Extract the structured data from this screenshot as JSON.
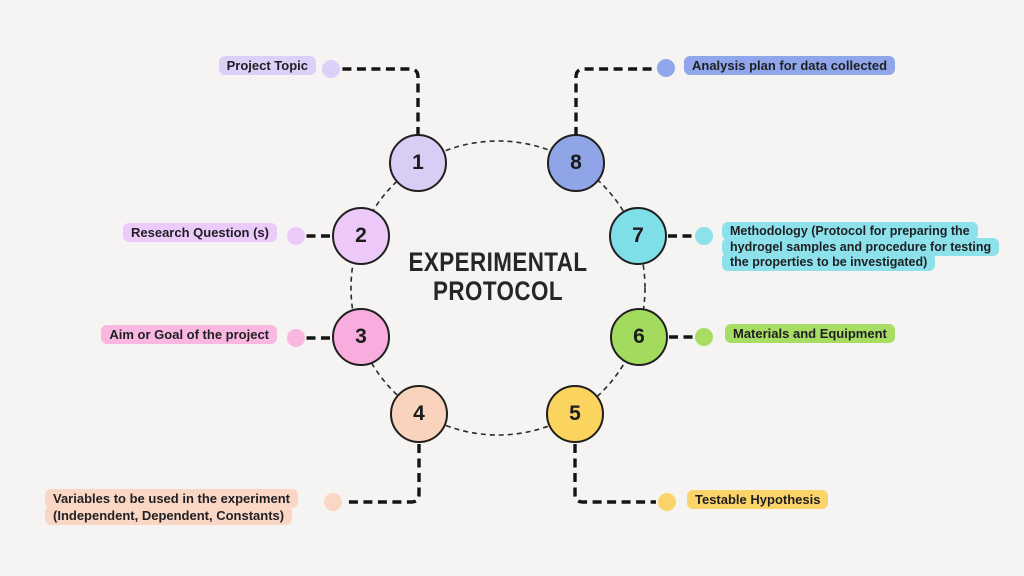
{
  "diagram": {
    "title": "EXPERIMENTAL\nPROTOCOL",
    "background_color": "#f5f4f2",
    "line_color": "#141414",
    "ring_color": "#2b2b2b",
    "text_color": "#1f1f23"
  },
  "steps": [
    {
      "number": "1",
      "label": "Project Topic",
      "circle_color": "#d9cdf6",
      "label_color": "#ddd0f8"
    },
    {
      "number": "2",
      "label": "Research Question (s)",
      "circle_color": "#ecc9f9",
      "label_color": "#eccbfa"
    },
    {
      "number": "3",
      "label": "Aim or Goal of the project",
      "circle_color": "#f9addf",
      "label_color": "#fab8e1"
    },
    {
      "number": "4",
      "label": "Variables to be used in the experiment\n(Independent, Dependent, Constants)",
      "circle_color": "#f9d3bc",
      "label_color": "#fad7c4"
    },
    {
      "number": "5",
      "label": "Testable Hypothesis",
      "circle_color": "#fbd35f",
      "label_color": "#fad469"
    },
    {
      "number": "6",
      "label": "Materials and Equipment",
      "circle_color": "#a2db5e",
      "label_color": "#a6dd62"
    },
    {
      "number": "7",
      "label": "Methodology (Protocol for preparing the\nhydrogel samples and procedure for testing\nthe properties to be investigated)",
      "circle_color": "#7fdfe8",
      "label_color": "#8ce1eb"
    },
    {
      "number": "8",
      "label": "Analysis plan for data collected",
      "circle_color": "#8fa5e8",
      "label_color": "#8fa7ea"
    }
  ]
}
